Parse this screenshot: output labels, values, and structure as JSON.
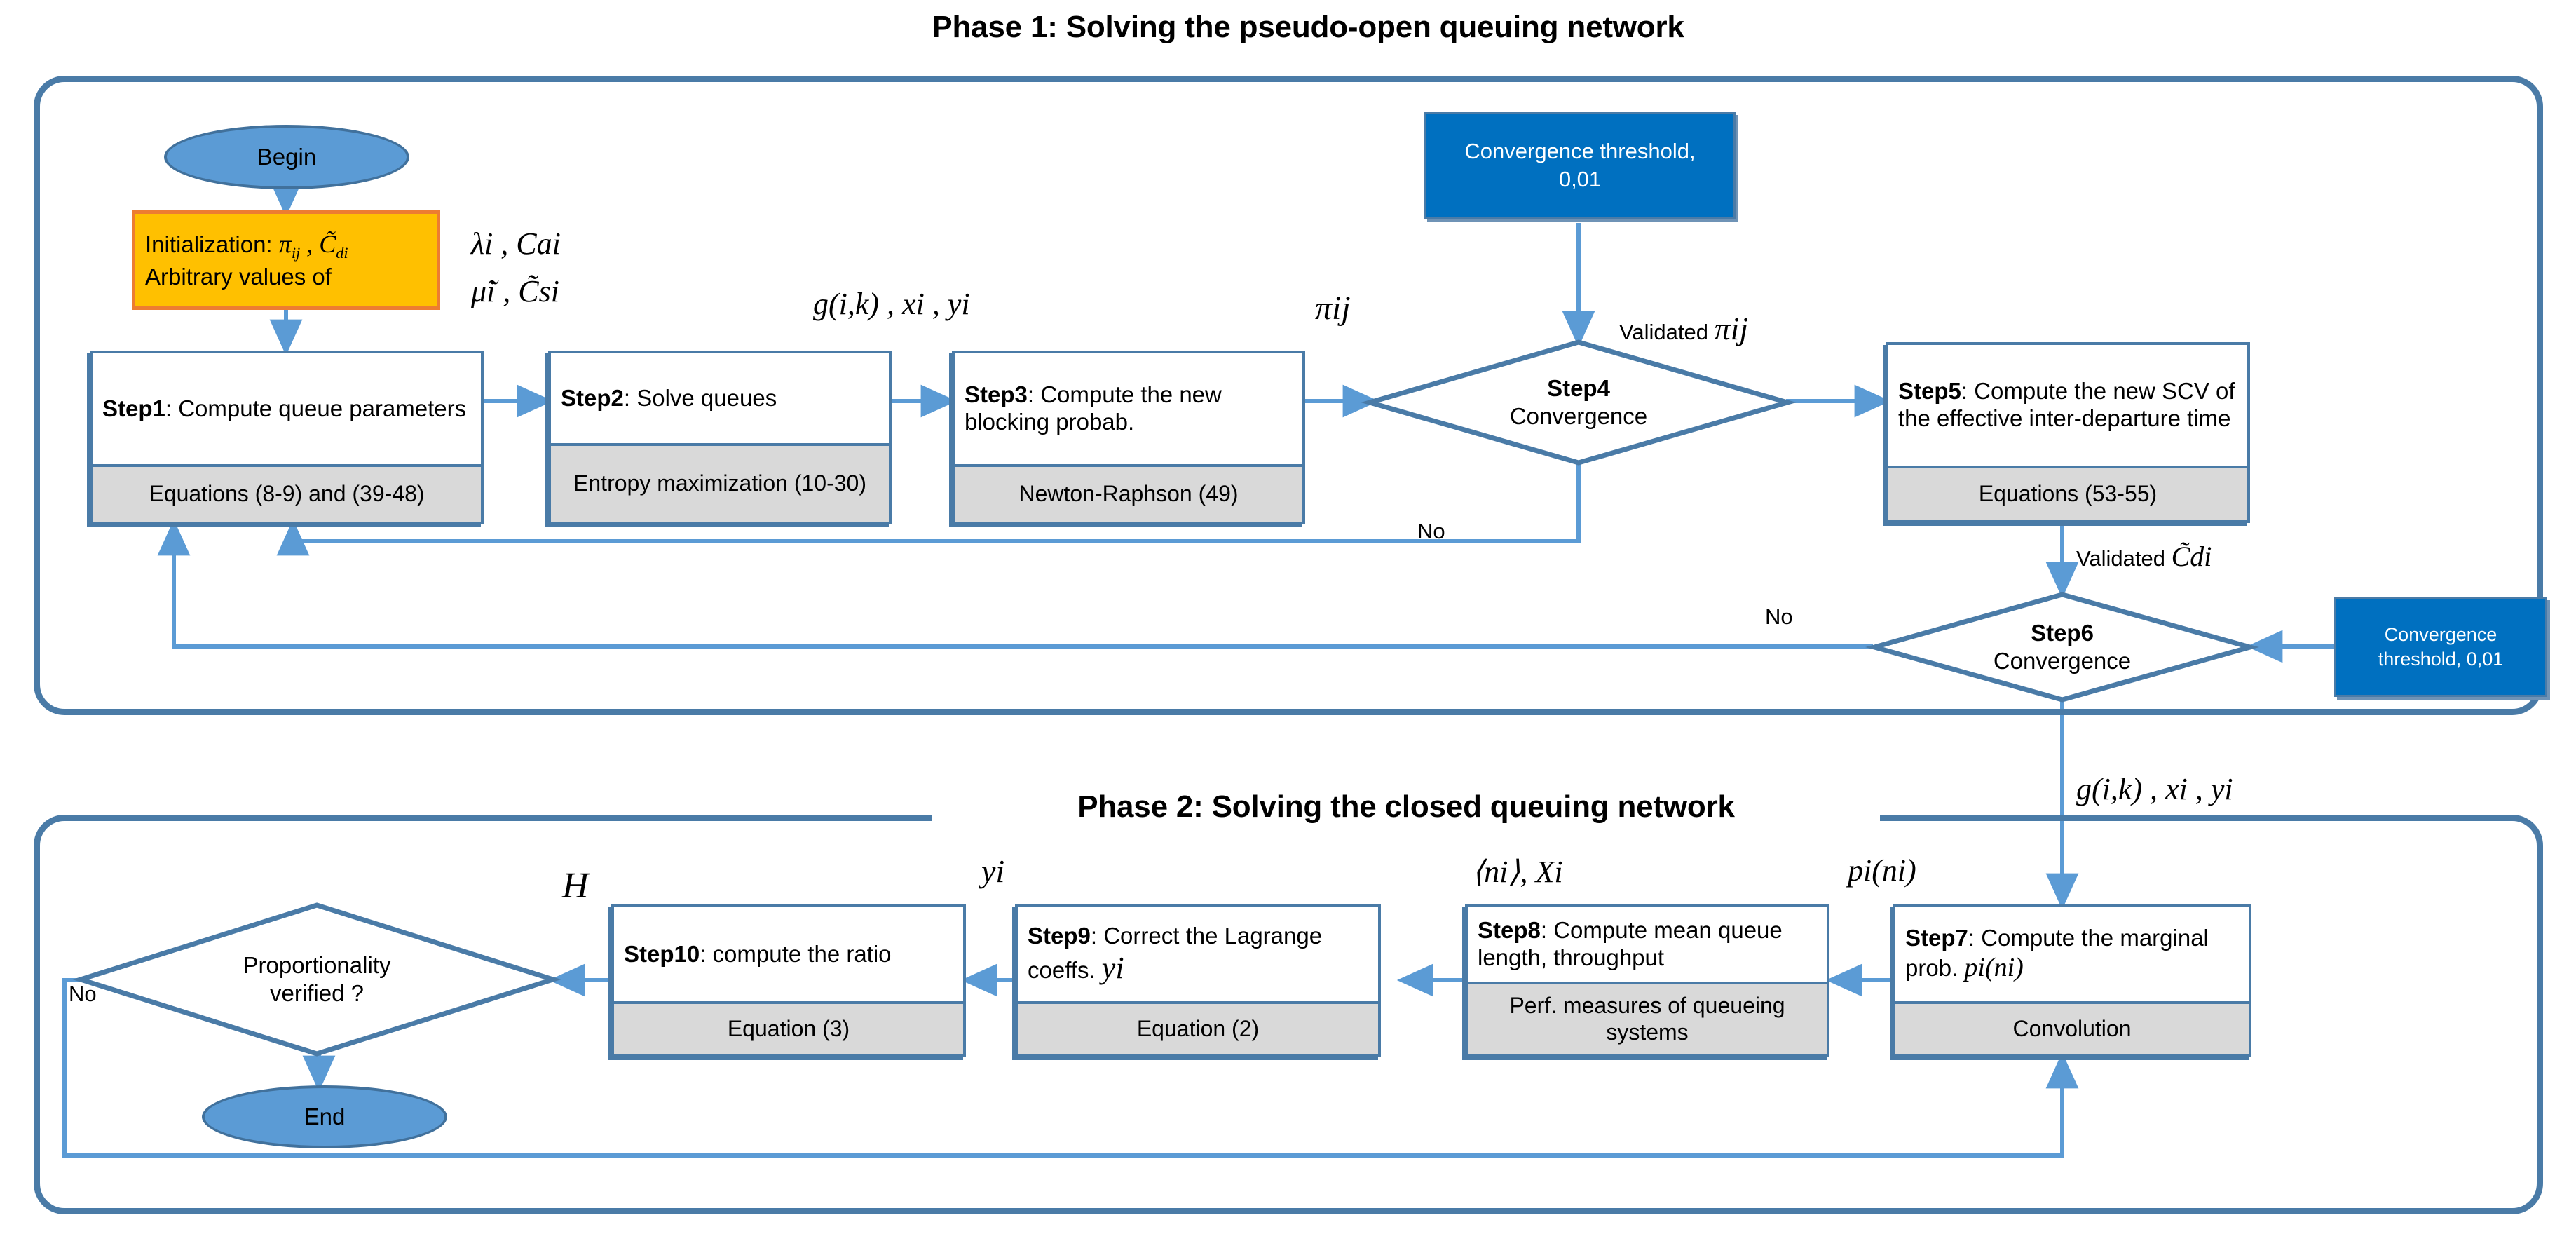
{
  "phases": [
    {
      "id": "phase1",
      "title": "Phase 1: Solving the pseudo-open queuing network"
    },
    {
      "id": "phase2",
      "title": "Phase 2: Solving the closed queuing network"
    }
  ],
  "terminators": {
    "begin": "Begin",
    "end": "End"
  },
  "init_box": {
    "line1_prefix": "Initialization: ",
    "line1_math": "πij , C̃di",
    "line2": "Arbitrary values of"
  },
  "steps": [
    {
      "id": "step1",
      "label": "Step1",
      "title": ": Compute queue parameters",
      "method": "Equations (8-9) and (39-48)"
    },
    {
      "id": "step2",
      "label": "Step2",
      "title": ": Solve queues",
      "method": "Entropy maximization (10-30)"
    },
    {
      "id": "step3",
      "label": "Step3",
      "title": ": Compute the new blocking probab.",
      "method": "Newton-Raphson (49)"
    },
    {
      "id": "step5",
      "label": "Step5",
      "title": ": Compute the new SCV of the effective inter-departure time",
      "method": "Equations (53-55)"
    },
    {
      "id": "step7",
      "label": "Step7",
      "title": ": Compute the marginal prob.",
      "method": "Convolution"
    },
    {
      "id": "step8",
      "label": "Step8",
      "title": ": Compute mean queue length, throughput",
      "method": "Perf. measures of queueing systems"
    },
    {
      "id": "step9",
      "label": "Step9",
      "title": ": Correct the Lagrange coeffs.",
      "method": "Equation (2)"
    },
    {
      "id": "step10",
      "label": "Step10",
      "title": ": compute the ratio",
      "method": "Equation (3)"
    }
  ],
  "decisions": [
    {
      "id": "step4",
      "label": "Step4",
      "line2": "Convergence"
    },
    {
      "id": "step6",
      "label": "Step6",
      "line2": "Convergence"
    },
    {
      "id": "proportionality",
      "label": "Proportionality",
      "line2": "verified ?"
    }
  ],
  "threshold_boxes": [
    {
      "id": "threshold-top",
      "line1": "Convergence threshold,",
      "line2": "0,01"
    },
    {
      "id": "threshold-right",
      "line1": "Convergence",
      "line2": "threshold, 0,01"
    }
  ],
  "edge_labels": {
    "lambda_ca": "λi , Cai",
    "mu_cs": "μ̃i , C̃si",
    "g_x_y_top": "g(i,k) , xi , yi",
    "pi_ij_step4in": "πij",
    "validated_pi": "Validated",
    "validated_pi_m": "πij",
    "no_step4": "No",
    "validated_cdi": "Validated",
    "validated_cdi_m": "C̃di",
    "no_step6": "No",
    "g_x_y_phase": "g(i,k) , xi , yi",
    "p_i_ni": "pi(ni)",
    "n_i_X_i": "⟨ni⟩, Xi",
    "y_i_step9": "yi",
    "y_i_inbox": "yi",
    "H": "H",
    "no_proportionality": "No",
    "p_i_ni_inbox": "pi(ni)"
  },
  "colors": {
    "frame_blue": "#4a7ba7",
    "arrow_blue": "#5b9bd5",
    "ellipse_fill": "#5b9bd5",
    "init_fill": "#ffc000",
    "init_border": "#ed7d31",
    "data_fill": "#0070c0",
    "method_fill": "#d9d9d9"
  }
}
